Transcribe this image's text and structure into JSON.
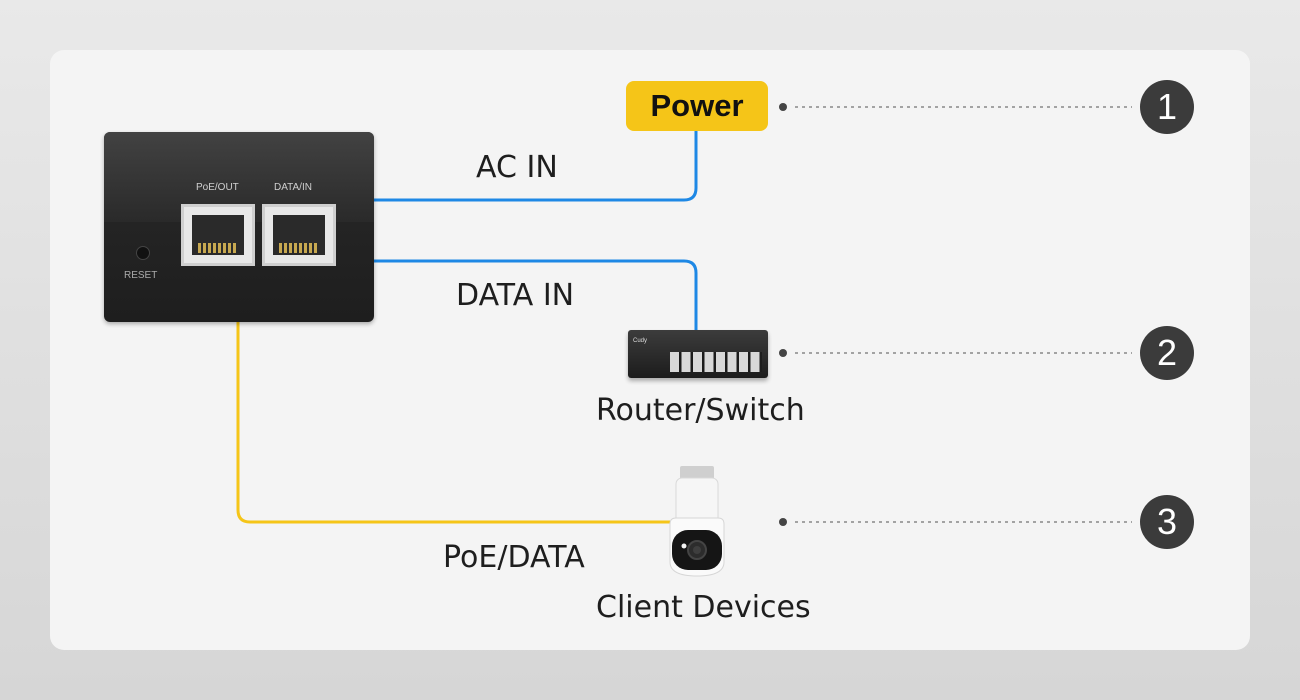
{
  "diagram": {
    "power_label": "Power",
    "ac_in_label": "AC IN",
    "data_in_label": "DATA IN",
    "poe_data_label": "PoE/DATA",
    "router_switch_label": "Router/Switch",
    "client_devices_label": "Client Devices",
    "badges": [
      "1",
      "2",
      "3"
    ],
    "injector": {
      "port1_label": "PoE/OUT",
      "port2_label": "DATA/IN",
      "reset_label": "RESET"
    },
    "switch_brand": "Cudy"
  },
  "colors": {
    "data_line": "#1e88e5",
    "poe_line": "#f5c518",
    "power_tag": "#f5c518",
    "badge": "#3b3b3b"
  }
}
